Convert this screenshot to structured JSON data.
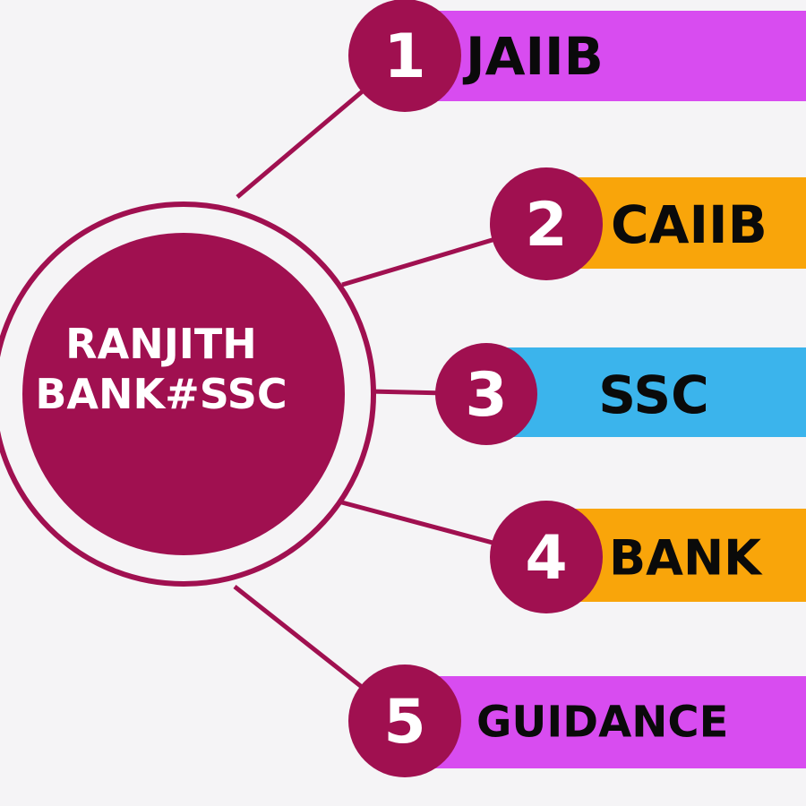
{
  "center": {
    "line1": "RANJITH",
    "line2": "BANK#SSC"
  },
  "items": [
    {
      "number": "1",
      "label": "JAIIB",
      "color": "#d84cf0"
    },
    {
      "number": "2",
      "label": "CAIIB",
      "color": "#f9a50a"
    },
    {
      "number": "3",
      "label": "SSC",
      "color": "#3bb4ec"
    },
    {
      "number": "4",
      "label": "BANK",
      "color": "#f9a50a"
    },
    {
      "number": "5",
      "label": "GUIDANCE",
      "color": "#d84cf0"
    }
  ],
  "colors": {
    "maroon": "#a01050",
    "background": "#f5f4f6",
    "text": "#0a0a0a"
  }
}
